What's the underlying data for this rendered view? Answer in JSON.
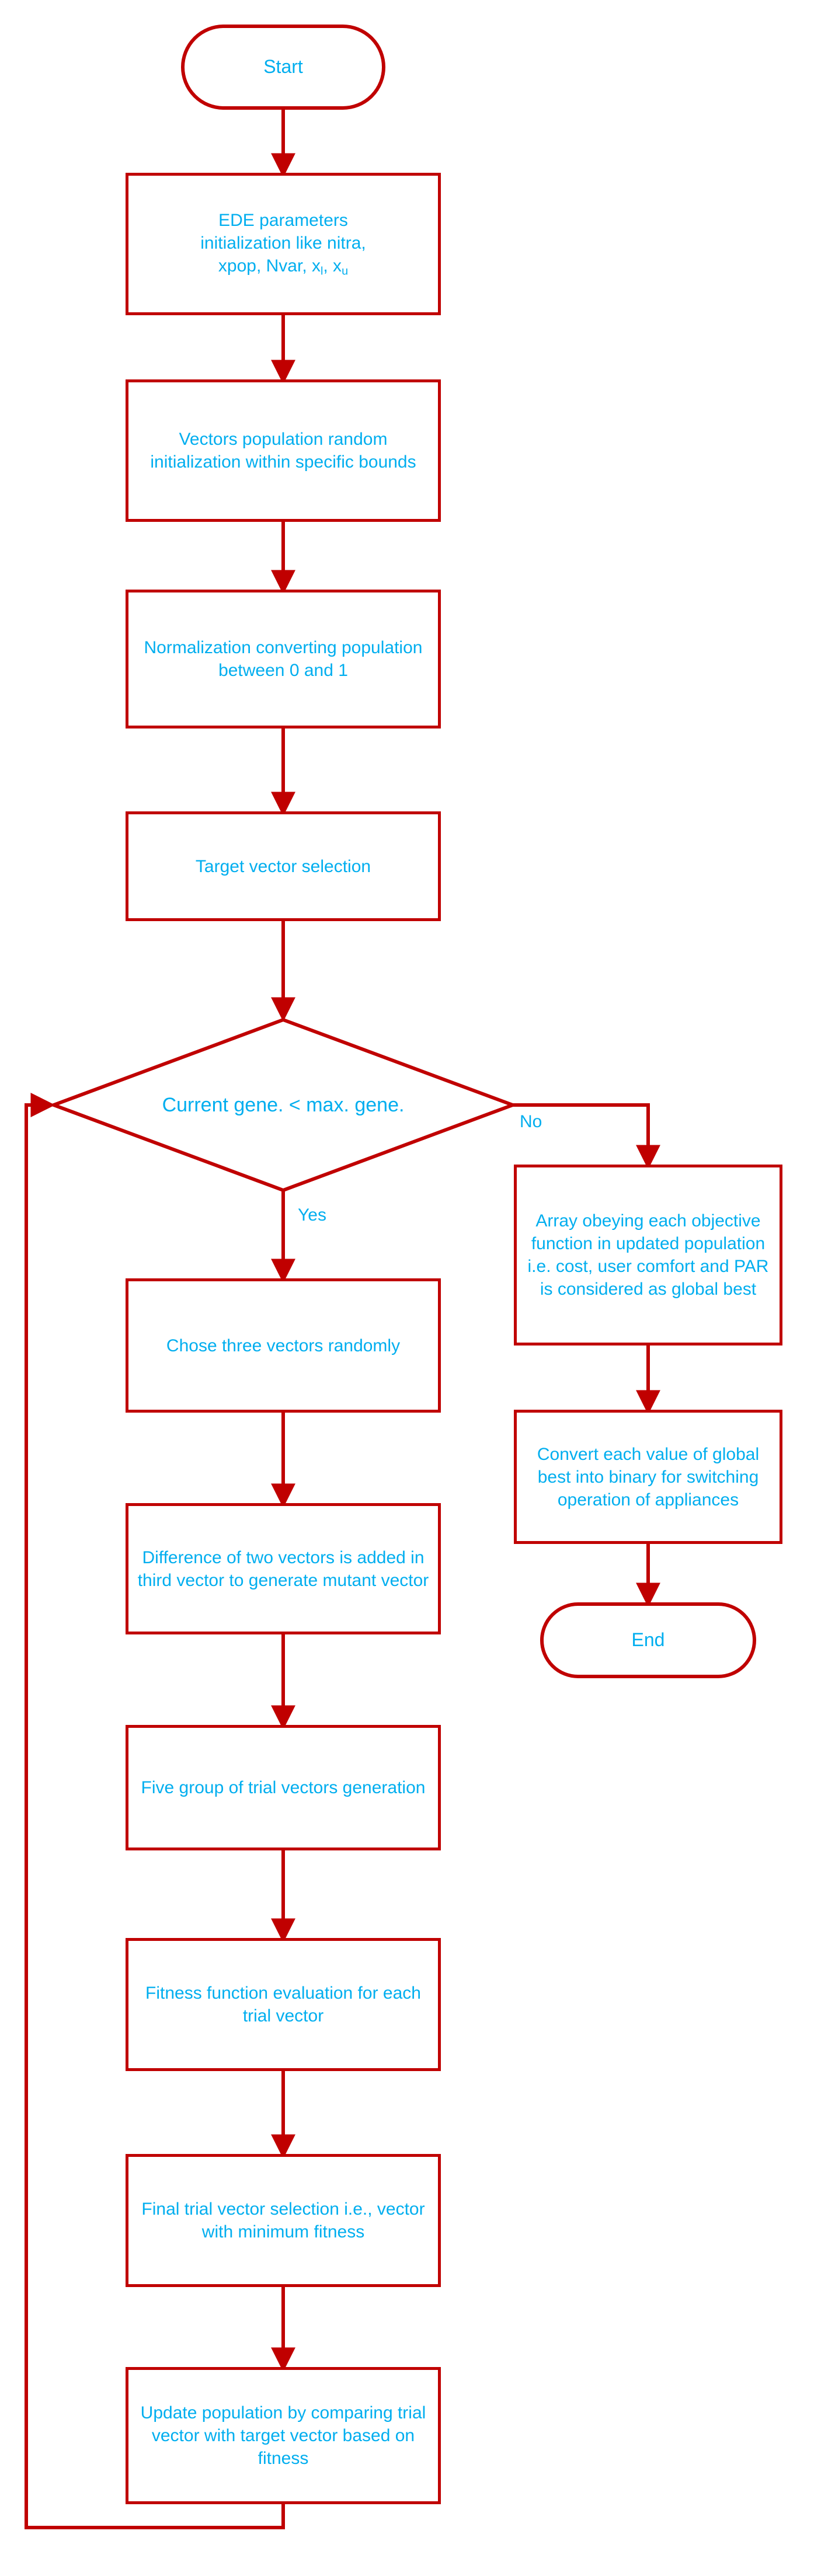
{
  "diagram": {
    "type": "flowchart",
    "title": "Enhanced Differential Evolution (EDE) algorithm flowchart",
    "colors": {
      "stroke": "#C00000",
      "text": "#00AEEF",
      "background": "#FFFFFF"
    }
  },
  "nodes": {
    "start": {
      "shape": "terminal",
      "label": "Start"
    },
    "ede_params": {
      "shape": "process",
      "line1": "EDE parameters",
      "line2": "initialization like nitra,",
      "line3_pre": "xpop, Nvar, x",
      "line3_sub1": "l",
      "line3_mid": ", x",
      "line3_sub2": "u",
      "label": "EDE parameters initialization like nitra, xpop, Nvar, xl, xu"
    },
    "vectors_init": {
      "shape": "process",
      "label": "Vectors population random initialization within specific bounds"
    },
    "normalization": {
      "shape": "process",
      "label": "Normalization converting population between 0 and 1"
    },
    "target_vector": {
      "shape": "process",
      "label": "Target vector selection"
    },
    "decision": {
      "shape": "decision",
      "label": "Current gene. < max. gene."
    },
    "chose_three": {
      "shape": "process",
      "label": "Chose three vectors randomly"
    },
    "difference": {
      "shape": "process",
      "label": "Difference of two vectors is added in third vector to generate mutant vector"
    },
    "five_group": {
      "shape": "process",
      "label": "Five group of trial vectors generation"
    },
    "fitness_eval": {
      "shape": "process",
      "label": "Fitness function evaluation for each trial vector"
    },
    "final_trial": {
      "shape": "process",
      "label": "Final trial vector selection i.e., vector with minimum fitness"
    },
    "update_population": {
      "shape": "process",
      "label": "Update population by comparing trial vector with target vector based on fitness"
    },
    "array_obeying": {
      "shape": "process",
      "label": "Array obeying each objective function in updated population i.e. cost, user comfort and PAR is considered as global best"
    },
    "convert_binary": {
      "shape": "process",
      "label": "Convert each value of global best into binary for switching operation of appliances"
    },
    "end": {
      "shape": "terminal",
      "label": "End"
    }
  },
  "edge_labels": {
    "yes": "Yes",
    "no": "No"
  }
}
